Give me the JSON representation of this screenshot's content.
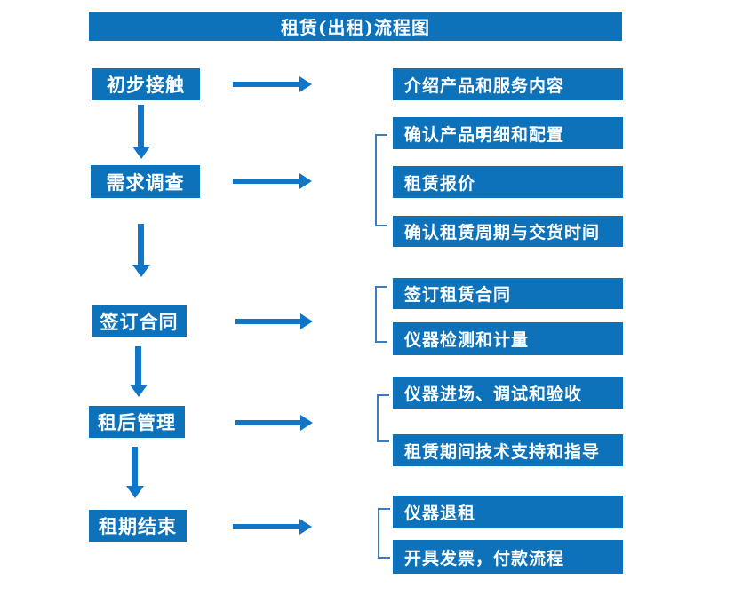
{
  "title": "租赁(出租)流程图",
  "colors": {
    "box_blue": "#0d72ba",
    "arrow_blue": "#1175c8",
    "bracket_blue": "#3d7bbf",
    "text_color": "#ffffff",
    "background": "#ffffff"
  },
  "flow": [
    {
      "step": "初步接触",
      "details": [
        "介绍产品和服务内容"
      ]
    },
    {
      "step": "需求调查",
      "details": [
        "确认产品明细和配置",
        "租赁报价",
        "确认租赁周期与交货时间"
      ]
    },
    {
      "step": "签订合同",
      "details": [
        "签订租赁合同",
        "仪器检测和计量"
      ]
    },
    {
      "step": "租后管理",
      "details": [
        "仪器进场、调试和验收",
        "租赁期间技术支持和指导"
      ]
    },
    {
      "step": "租期结束",
      "details": [
        "仪器退租",
        "开具发票，付款流程"
      ]
    }
  ]
}
